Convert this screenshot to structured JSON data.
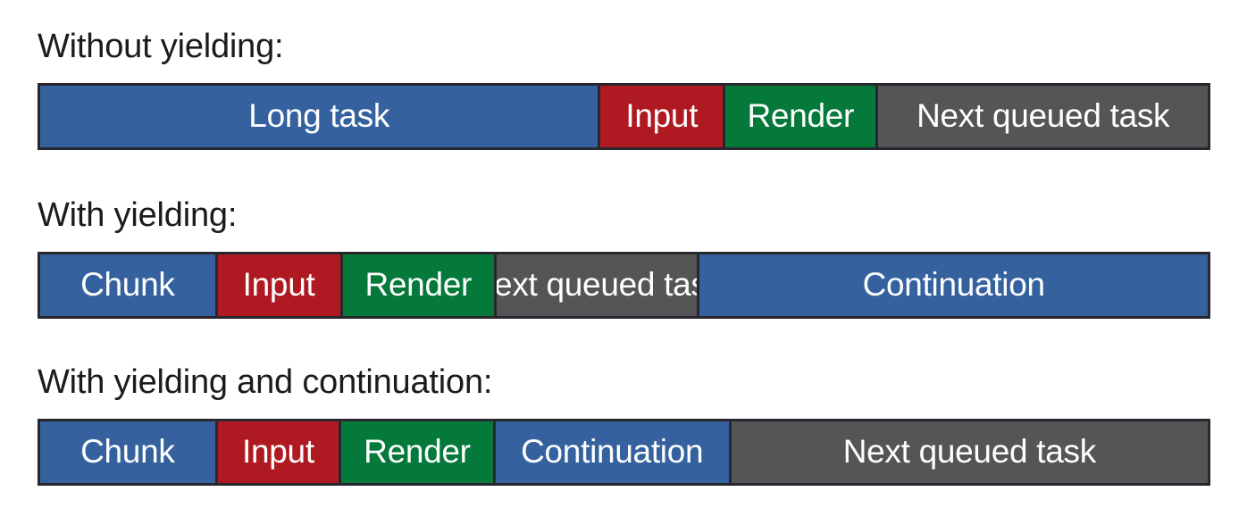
{
  "diagram": {
    "title_colors": {
      "text": "#1b1b1b",
      "background": "#ffffff",
      "border": "#27272d"
    },
    "palette": {
      "task": "#35629f",
      "input": "#af1a22",
      "render": "#04793a",
      "queued": "#555558"
    },
    "rows": [
      {
        "caption": "Without yielding:",
        "segments": [
          {
            "label": "Long task",
            "color": "task",
            "width_pct": 48.0
          },
          {
            "label": "Input",
            "color": "input",
            "width_pct": 10.7
          },
          {
            "label": "Render",
            "color": "render",
            "width_pct": 13.1
          },
          {
            "label": "Next queued task",
            "color": "queued",
            "width_pct": 28.2
          }
        ]
      },
      {
        "caption": "With yielding:",
        "segments": [
          {
            "label": "Chunk",
            "color": "task",
            "width_pct": 15.2
          },
          {
            "label": "Input",
            "color": "input",
            "width_pct": 10.7
          },
          {
            "label": "Render",
            "color": "render",
            "width_pct": 13.2
          },
          {
            "label": "Next queued task",
            "color": "queued",
            "width_pct": 17.4
          },
          {
            "label": "Continuation",
            "color": "task",
            "width_pct": 43.5
          }
        ]
      },
      {
        "caption": "With yielding and continuation:",
        "segments": [
          {
            "label": "Chunk",
            "color": "task",
            "width_pct": 15.2
          },
          {
            "label": "Input",
            "color": "input",
            "width_pct": 10.6
          },
          {
            "label": "Render",
            "color": "render",
            "width_pct": 13.2
          },
          {
            "label": "Continuation",
            "color": "task",
            "width_pct": 20.2
          },
          {
            "label": "Next queued task",
            "color": "queued",
            "width_pct": 40.8
          }
        ]
      }
    ]
  }
}
